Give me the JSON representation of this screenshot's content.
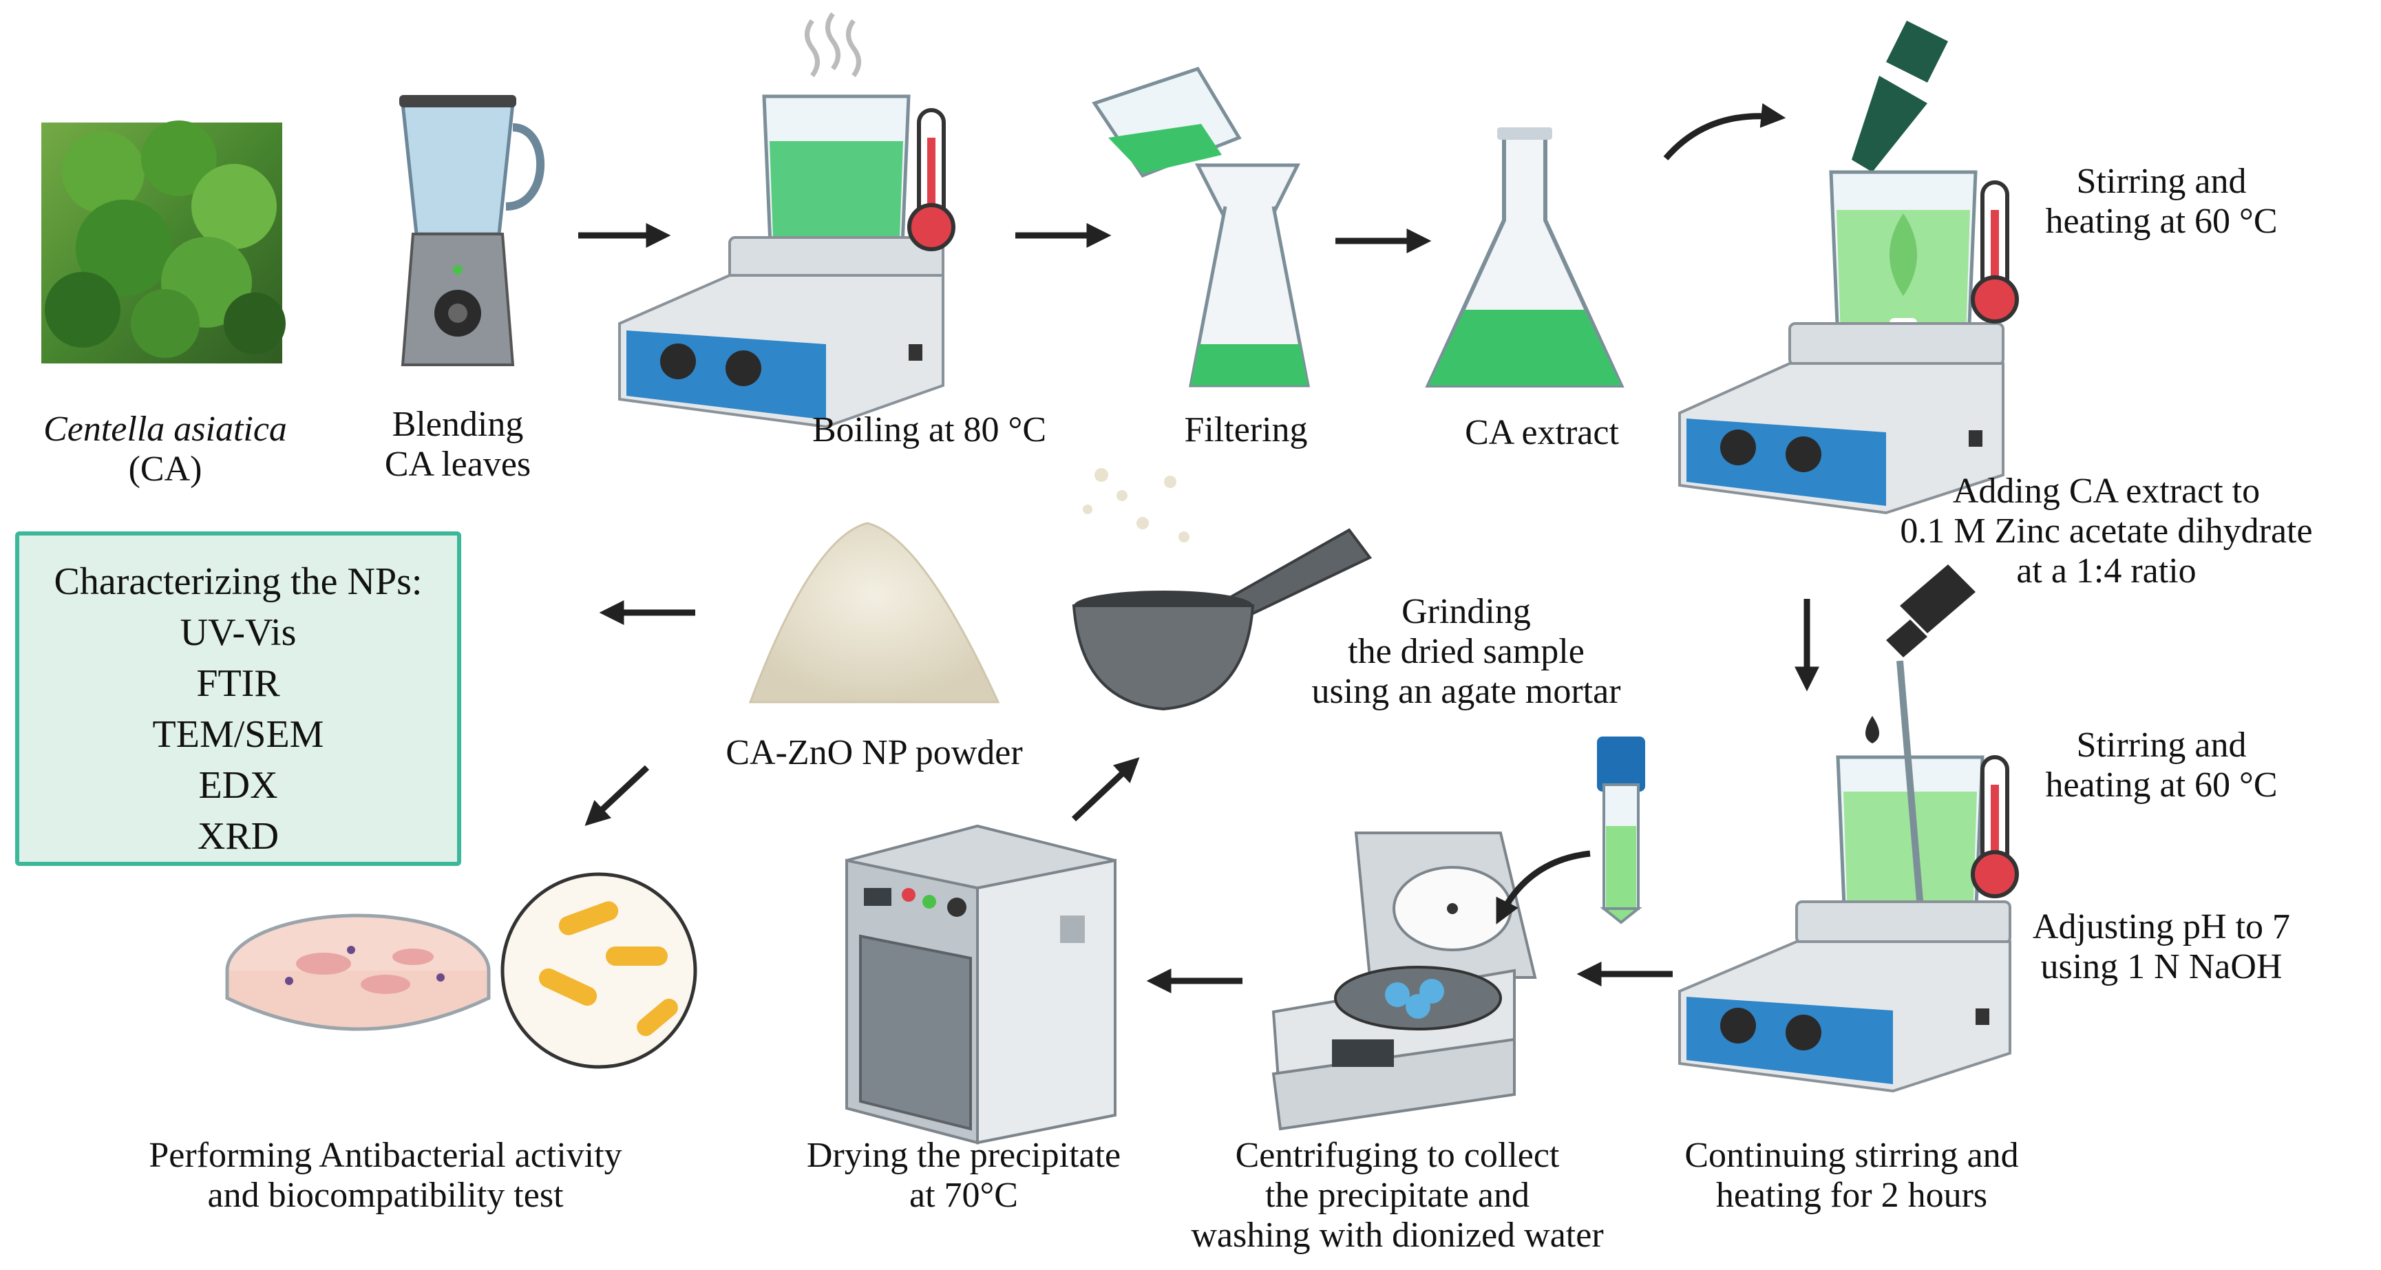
{
  "steps": {
    "ca_plant": {
      "lines": [
        "Centella asiatica",
        "(CA)"
      ]
    },
    "blending": {
      "lines": [
        "Blending",
        "CA leaves"
      ]
    },
    "boiling": {
      "lines": [
        "Boiling at 80 °C"
      ]
    },
    "filtering": {
      "lines": [
        "Filtering"
      ]
    },
    "extract": {
      "lines": [
        "CA extract"
      ]
    },
    "stirring_1": {
      "lines": [
        "Stirring and",
        "heating at 60 °C"
      ]
    },
    "adding": {
      "lines": [
        "Adding CA extract to",
        "0.1 M Zinc acetate dihydrate",
        "at a 1:4 ratio"
      ]
    },
    "stirring_2": {
      "lines": [
        "Stirring and",
        "heating at 60 °C"
      ]
    },
    "adjusting_ph": {
      "lines": [
        "Adjusting pH to 7",
        "using 1 N NaOH"
      ]
    },
    "continuing": {
      "lines": [
        "Continuing stirring and",
        "heating for 2 hours"
      ]
    },
    "centrifuging": {
      "lines": [
        "Centrifuging to collect",
        "the precipitate and",
        "washing with dionized water"
      ]
    },
    "drying": {
      "lines": [
        "Drying the precipitate",
        "at 70°C"
      ]
    },
    "grinding": {
      "lines": [
        "Grinding",
        "the dried sample",
        "using an agate mortar"
      ]
    },
    "powder": {
      "lines": [
        "CA-ZnO NP powder"
      ]
    },
    "testing": {
      "lines": [
        "Performing Antibacterial activity",
        "and biocompatibility test"
      ]
    }
  },
  "characterization": {
    "title": "Characterizing the NPs:",
    "methods": [
      "UV-Vis",
      "FTIR",
      "TEM/SEM",
      "EDX",
      "XRD"
    ]
  },
  "colors": {
    "arrow": "#222222",
    "green_liquid": "#3cc36a",
    "hotplate_blue": "#2f86c9",
    "box_border": "#3cb79a",
    "box_fill": "#dff1e8",
    "thermometer_red": "#e0404a",
    "dropper_green": "#1f5b47",
    "bacteria_yellow": "#f2b630"
  }
}
